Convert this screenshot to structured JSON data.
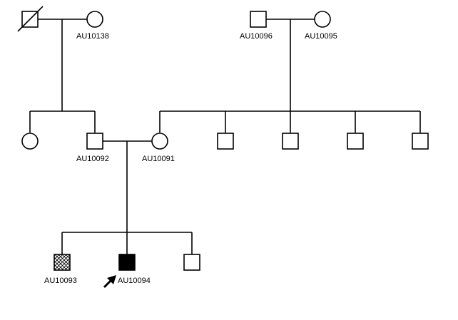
{
  "pedigree": {
    "individuals": [
      {
        "key": "gen1-male-left",
        "sex": "male",
        "status": "deceased",
        "label": ""
      },
      {
        "key": "gen1-female-left",
        "sex": "female",
        "status": "unaffected",
        "label": "AU10138"
      },
      {
        "key": "gen1-male-right",
        "sex": "male",
        "status": "unaffected",
        "label": "AU10096"
      },
      {
        "key": "gen1-female-right",
        "sex": "female",
        "status": "unaffected",
        "label": "AU10095"
      },
      {
        "key": "gen2-sister",
        "sex": "female",
        "status": "unaffected",
        "label": ""
      },
      {
        "key": "gen2-father",
        "sex": "male",
        "status": "unaffected",
        "label": "AU10092"
      },
      {
        "key": "gen2-mother",
        "sex": "female",
        "status": "unaffected",
        "label": "AU10091"
      },
      {
        "key": "gen2-uncle-1",
        "sex": "male",
        "status": "unaffected",
        "label": ""
      },
      {
        "key": "gen2-uncle-2",
        "sex": "male",
        "status": "unaffected",
        "label": ""
      },
      {
        "key": "gen2-uncle-3",
        "sex": "male",
        "status": "unaffected",
        "label": ""
      },
      {
        "key": "gen2-uncle-4",
        "sex": "male",
        "status": "unaffected",
        "label": ""
      },
      {
        "key": "gen3-brother-left",
        "sex": "male",
        "status": "partially-affected",
        "label": "AU10093"
      },
      {
        "key": "gen3-proband",
        "sex": "male",
        "status": "affected",
        "label": "AU10094",
        "proband": true
      },
      {
        "key": "gen3-brother-right",
        "sex": "male",
        "status": "unaffected",
        "label": ""
      }
    ],
    "legend": {
      "proband_arrow": "proband-arrow-icon",
      "hatched_fill": "crosshatch-pattern",
      "affected_color": "#000000",
      "unaffected_color": "#ffffff"
    }
  }
}
